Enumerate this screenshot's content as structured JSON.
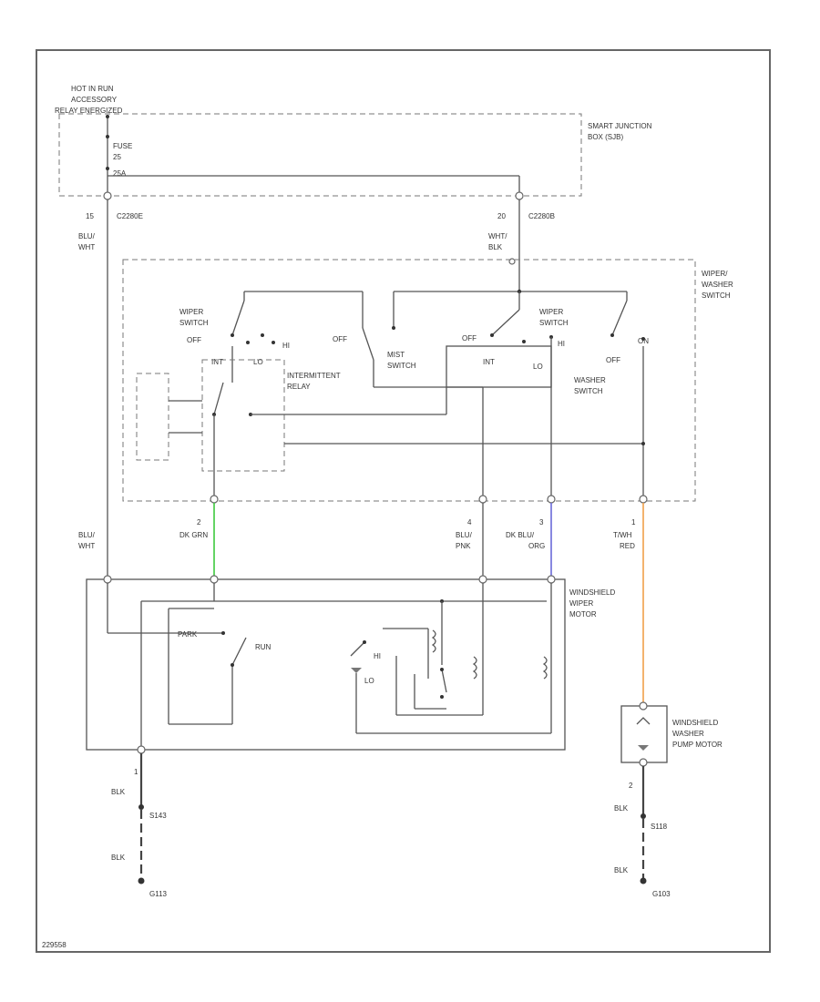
{
  "power": {
    "source_label_1": "HOT IN RUN",
    "source_label_2": "ACCESSORY",
    "source_label_3": "RELAY ENERGIZED",
    "fuse_label": "FUSE",
    "fuse_number": "25",
    "fuse_rating": "25A"
  },
  "junction": {
    "label_1": "SMART JUNCTION",
    "label_2": "BOX (SJB)"
  },
  "connectors": {
    "left_pin": "15",
    "left_id": "C2280E",
    "right_pin": "20",
    "right_id": "C2280B"
  },
  "upper_wires": {
    "left_color_1": "BLU/",
    "left_color_2": "WHT",
    "right_color_1": "WHT/",
    "right_color_2": "BLK"
  },
  "wiper_switch": {
    "label_1": "WIPER/",
    "label_2": "WASHER",
    "label_3": "SWITCH",
    "wiper_switch_l1": "WIPER",
    "wiper_switch_l2": "SWITCH",
    "wiper_switch_l3": "OFF",
    "int": "INT",
    "lo": "LO",
    "hi": "HI",
    "relay_l1": "INTERMITTENT",
    "relay_l2": "RELAY",
    "off": "OFF",
    "mist_l1": "MIST",
    "mist_l2": "SWITCH",
    "sw2_l1": "WIPER",
    "sw2_l2": "SWITCH",
    "sw2_hi": "HI",
    "sw2_off": "OFF",
    "sw2_int": "INT",
    "sw2_lo": "LO",
    "washer_off": "OFF",
    "washer_l1": "WASHER",
    "washer_l2": "SWITCH",
    "on": "ON"
  },
  "lower_wires": [
    {
      "pin": "",
      "c1": "BLU/",
      "c2": "WHT",
      "color": "#555555"
    },
    {
      "pin": "2",
      "c1": "DK GRN",
      "c2": "",
      "color": "#3ec93e"
    },
    {
      "pin": "4",
      "c1": "BLU/",
      "c2": "PNK",
      "color": "#555555"
    },
    {
      "pin": "3",
      "c1": "DK BLU/",
      "c2": "ORG",
      "color": "#6a6ad8"
    },
    {
      "pin": "1",
      "c1": "T/WH",
      "c2": "RED",
      "color": "#f0a04a"
    }
  ],
  "motor": {
    "label_1": "WINDSHIELD",
    "label_2": "WIPER",
    "label_3": "MOTOR",
    "park": "PARK",
    "run": "RUN",
    "hi": "HI",
    "lo": "LO"
  },
  "pump": {
    "label_1": "WINDSHIELD",
    "label_2": "WASHER",
    "label_3": "PUMP MOTOR"
  },
  "ground_left": {
    "pin": "1",
    "wire1": "BLK",
    "splice": "S143",
    "wire2": "BLK",
    "ground": "G113"
  },
  "ground_right": {
    "pin": "2",
    "wire1": "BLK",
    "splice": "S118",
    "wire2": "BLK",
    "ground": "G103"
  },
  "figure_id": "229558"
}
